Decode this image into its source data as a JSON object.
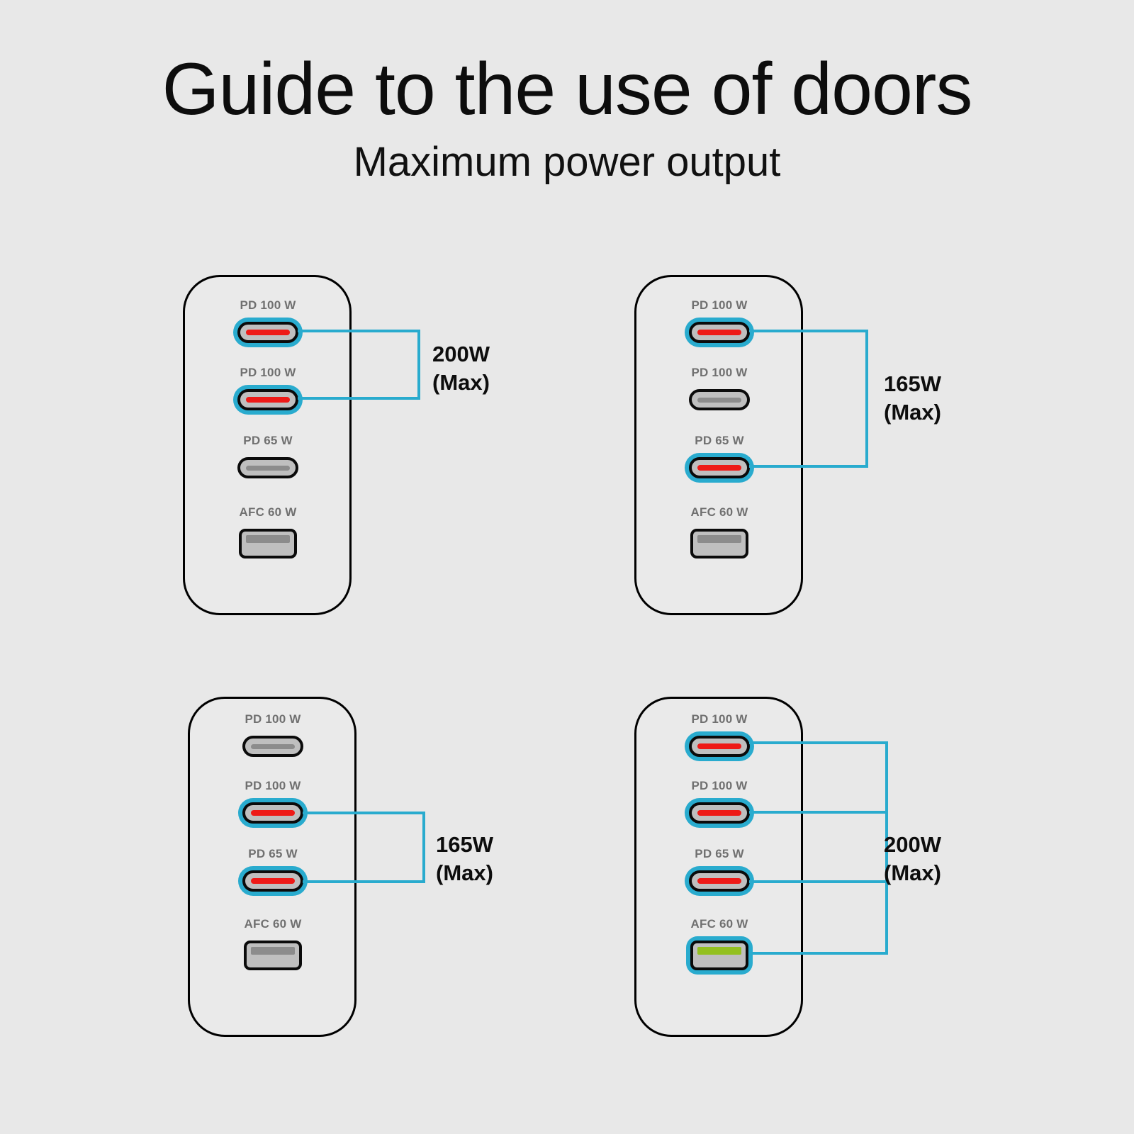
{
  "header": {
    "title": "Guide to the use of doors",
    "subtitle": "Maximum power output"
  },
  "colors": {
    "background": "#e8e8e8",
    "panel_fill": "#eaeaea",
    "panel_stroke": "#000000",
    "highlight_cyan": "#29abce",
    "active_red": "#ee1a17",
    "active_green": "#93c01f",
    "inactive_gray": "#8c8c8c",
    "port_body": "#bfbfbf",
    "label_gray": "#707070",
    "text_black": "#0d0d0d"
  },
  "panels": [
    {
      "id": "panel-top-left",
      "callout_watts": "200W",
      "callout_max": "(Max)",
      "ports": [
        {
          "label": "PD 100 W",
          "type": "usb-c",
          "active": true,
          "indicator": "red"
        },
        {
          "label": "PD 100 W",
          "type": "usb-c",
          "active": true,
          "indicator": "red"
        },
        {
          "label": "PD 65 W",
          "type": "usb-c",
          "active": false,
          "indicator": "gray"
        },
        {
          "label": "AFC 60 W",
          "type": "usb-a",
          "active": false,
          "indicator": "gray"
        }
      ]
    },
    {
      "id": "panel-top-right",
      "callout_watts": "165W",
      "callout_max": "(Max)",
      "ports": [
        {
          "label": "PD 100 W",
          "type": "usb-c",
          "active": true,
          "indicator": "red"
        },
        {
          "label": "PD 100 W",
          "type": "usb-c",
          "active": false,
          "indicator": "gray"
        },
        {
          "label": "PD 65 W",
          "type": "usb-c",
          "active": true,
          "indicator": "red"
        },
        {
          "label": "AFC 60 W",
          "type": "usb-a",
          "active": false,
          "indicator": "gray"
        }
      ]
    },
    {
      "id": "panel-bottom-left",
      "callout_watts": "165W",
      "callout_max": "(Max)",
      "ports": [
        {
          "label": "PD 100 W",
          "type": "usb-c",
          "active": false,
          "indicator": "gray"
        },
        {
          "label": "PD 100 W",
          "type": "usb-c",
          "active": true,
          "indicator": "red"
        },
        {
          "label": "PD 65 W",
          "type": "usb-c",
          "active": true,
          "indicator": "red"
        },
        {
          "label": "AFC 60 W",
          "type": "usb-a",
          "active": false,
          "indicator": "gray"
        }
      ]
    },
    {
      "id": "panel-bottom-right",
      "callout_watts": "200W",
      "callout_max": "(Max)",
      "ports": [
        {
          "label": "PD 100 W",
          "type": "usb-c",
          "active": true,
          "indicator": "red"
        },
        {
          "label": "PD 100 W",
          "type": "usb-c",
          "active": true,
          "indicator": "red"
        },
        {
          "label": "PD 65 W",
          "type": "usb-c",
          "active": true,
          "indicator": "red"
        },
        {
          "label": "AFC 60 W",
          "type": "usb-a",
          "active": true,
          "indicator": "green"
        }
      ]
    }
  ]
}
